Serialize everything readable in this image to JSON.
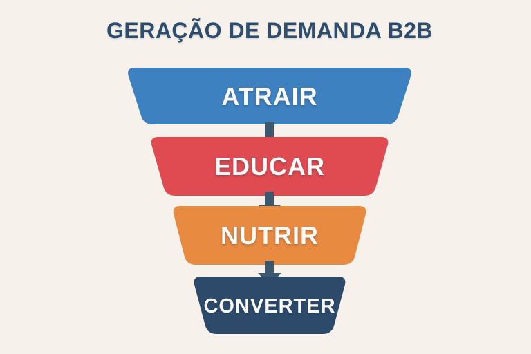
{
  "title": "GERAÇÃO DE DEMANDA B2B",
  "colors": {
    "background": "#f6f2eb",
    "title_text": "#2e4d6e",
    "stage_label_text": "#fafaf8",
    "connector_arrow": "#3c586e"
  },
  "funnel": {
    "connector_icon": "arrow-down",
    "stages": [
      {
        "label": "ATRAIR",
        "color": "#3e81c1"
      },
      {
        "label": "EDUCAR",
        "color": "#e04b52"
      },
      {
        "label": "NUTRIR",
        "color": "#e98a41"
      },
      {
        "label": "CONVERTER",
        "color": "#2d4a6b"
      }
    ]
  }
}
